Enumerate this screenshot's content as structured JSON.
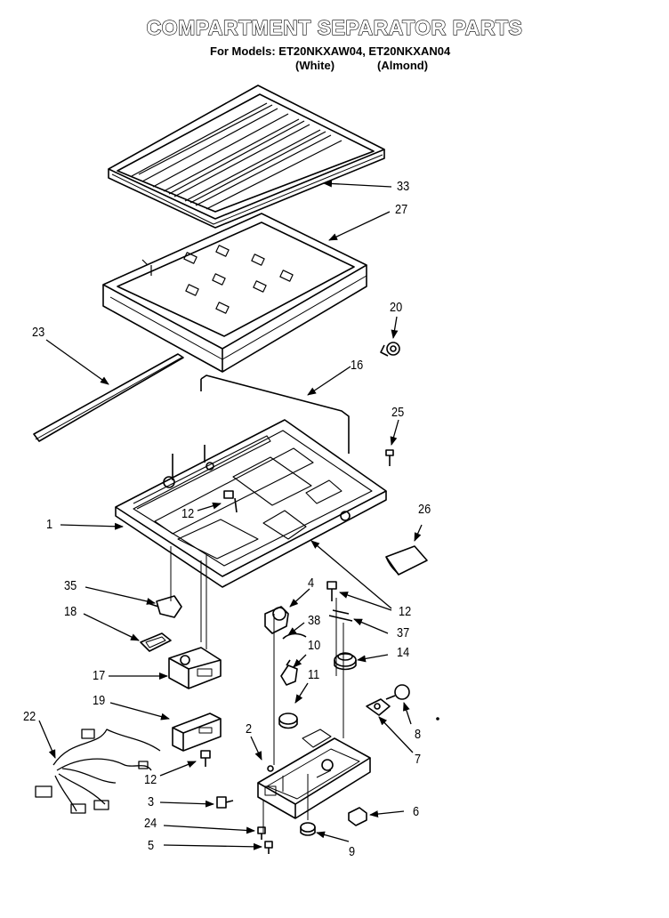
{
  "header": {
    "title": "COMPARTMENT SEPARATOR PARTS",
    "models_line": "For Models: ET20NKXAW04, ET20NKXAN04",
    "variant_white": "(White)",
    "variant_almond": "(Almond)"
  },
  "callouts": {
    "c1": "1",
    "c2": "2",
    "c3": "3",
    "c4": "4",
    "c5": "5",
    "c6": "6",
    "c7": "7",
    "c8": "8",
    "c9": "9",
    "c10": "10",
    "c11": "11",
    "c12a": "12",
    "c12b": "12",
    "c12c": "12",
    "c14": "14",
    "c16": "16",
    "c17": "17",
    "c18": "18",
    "c19": "19",
    "c20": "20",
    "c22": "22",
    "c23": "23",
    "c24": "24",
    "c25": "25",
    "c26": "26",
    "c27": "27",
    "c33": "33",
    "c35": "35",
    "c37": "37",
    "c38": "38"
  },
  "colors": {
    "line": "#000000",
    "background": "#ffffff"
  }
}
